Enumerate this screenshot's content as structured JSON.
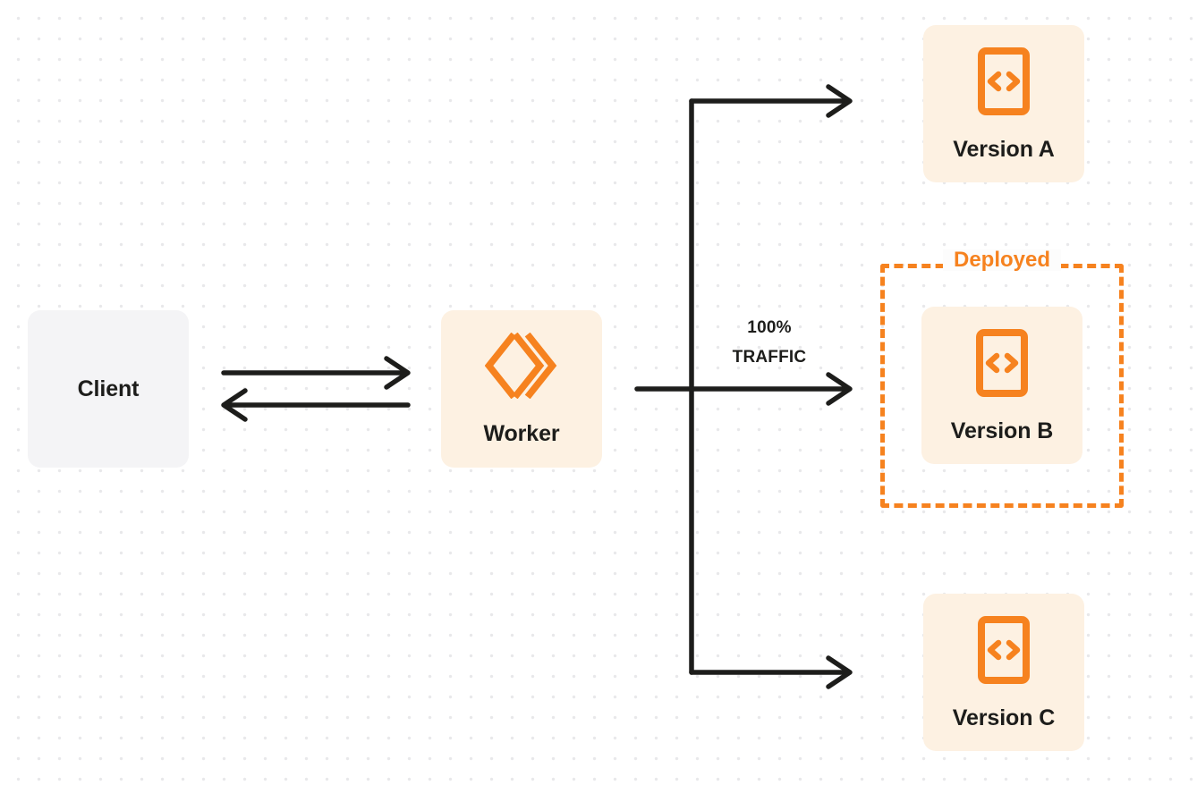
{
  "diagram": {
    "title": "Worker version traffic routing",
    "colors": {
      "orange": "#f6821f",
      "orange_surface": "#fdf1e2",
      "gray_surface": "#f4f4f6",
      "ink": "#1d1d1b",
      "dot_grid": "#e8e8ea"
    }
  },
  "nodes": {
    "client": {
      "label": "Client",
      "icon": "none"
    },
    "worker": {
      "label": "Worker",
      "icon": "cloudflare-workers-logo"
    },
    "version_a": {
      "label": "Version A",
      "icon": "code-document-icon"
    },
    "version_b": {
      "label": "Version B",
      "icon": "code-document-icon"
    },
    "version_c": {
      "label": "Version C",
      "icon": "code-document-icon"
    }
  },
  "groups": {
    "deployed": {
      "label": "Deployed",
      "contains": "version_b",
      "border_style": "dashed"
    }
  },
  "edges": {
    "client_to_worker": {
      "label": "",
      "direction": "right"
    },
    "worker_to_client": {
      "label": "",
      "direction": "left"
    },
    "worker_to_version_b": {
      "traffic_percent": "100%",
      "traffic_word": "TRAFFIC",
      "direction": "right"
    },
    "worker_to_version_a": {
      "label": "",
      "direction": "right"
    },
    "worker_to_version_c": {
      "label": "",
      "direction": "right"
    }
  }
}
